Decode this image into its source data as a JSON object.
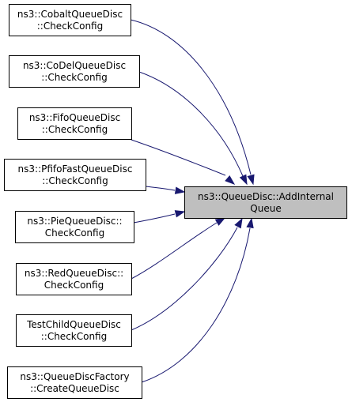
{
  "graph": {
    "target": {
      "lines": [
        "ns3::QueueDisc::AddInternal",
        "Queue"
      ]
    },
    "callers": [
      {
        "lines": [
          "ns3::CobaltQueueDisc",
          "::CheckConfig"
        ]
      },
      {
        "lines": [
          "ns3::CoDelQueueDisc",
          "::CheckConfig"
        ]
      },
      {
        "lines": [
          "ns3::FifoQueueDisc",
          "::CheckConfig"
        ]
      },
      {
        "lines": [
          "ns3::PfifoFastQueueDisc",
          "::CheckConfig"
        ]
      },
      {
        "lines": [
          "ns3::PieQueueDisc::",
          "CheckConfig"
        ]
      },
      {
        "lines": [
          "ns3::RedQueueDisc::",
          "CheckConfig"
        ]
      },
      {
        "lines": [
          "TestChildQueueDisc",
          "::CheckConfig"
        ]
      },
      {
        "lines": [
          "ns3::QueueDiscFactory",
          "::CreateQueueDisc"
        ]
      }
    ]
  },
  "colors": {
    "edge": "#191970",
    "target_fill": "#bfbfbf",
    "node_fill": "#ffffff",
    "node_border": "#000000"
  }
}
